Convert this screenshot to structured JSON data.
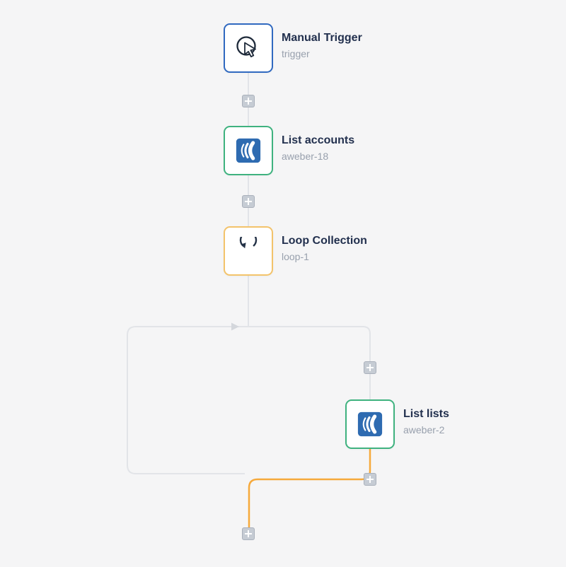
{
  "canvas": {
    "background_color": "#f5f5f6",
    "connector_color": "#e2e4e8",
    "active_connector_color": "#f6a93b"
  },
  "theme": {
    "node_background": "#ffffff",
    "trigger_border": "#3069c0",
    "success_border": "#3fb27f",
    "loop_border": "#f3c36b",
    "title_color": "#22304e",
    "subtitle_color": "#98a0ad",
    "add_button_color": "#c6ccd4"
  },
  "nodes": [
    {
      "title": "Manual Trigger",
      "subtitle": "trigger",
      "type": "trigger",
      "icon": "manual-trigger-icon"
    },
    {
      "title": "List accounts",
      "subtitle": "aweber-18",
      "type": "aweber",
      "icon": "aweber-icon"
    },
    {
      "title": "Loop Collection",
      "subtitle": "loop-1",
      "type": "loop",
      "icon": "loop-icon"
    },
    {
      "title": "List lists",
      "subtitle": "aweber-2",
      "type": "aweber",
      "icon": "aweber-icon"
    }
  ],
  "add_buttons": [
    {
      "icon": "plus-icon",
      "position": "after-manual-trigger"
    },
    {
      "icon": "plus-icon",
      "position": "after-list-accounts"
    },
    {
      "icon": "plus-icon",
      "position": "before-list-lists"
    },
    {
      "icon": "plus-icon",
      "position": "after-list-lists"
    },
    {
      "icon": "plus-icon",
      "position": "end-of-flow"
    }
  ]
}
